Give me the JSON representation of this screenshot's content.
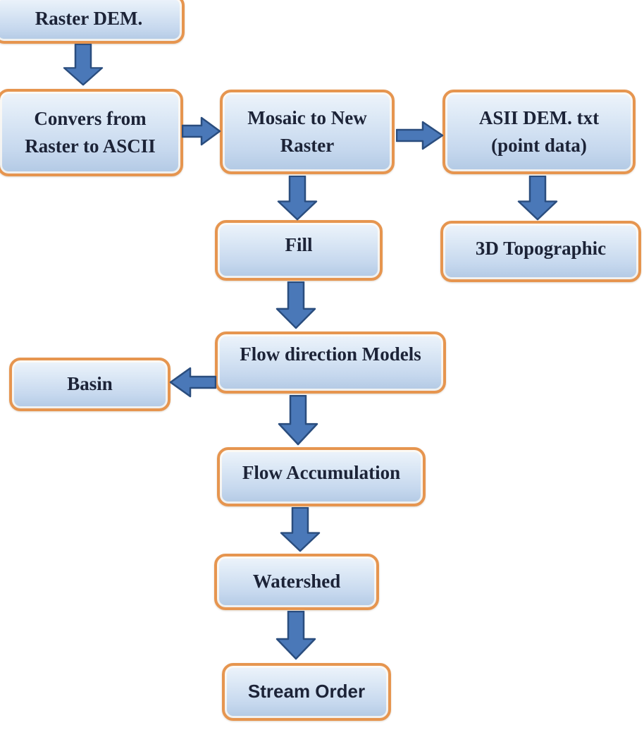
{
  "diagram": {
    "type": "flowchart",
    "colors": {
      "box_border": "#e6954f",
      "box_fill_top": "#eef4fb",
      "box_fill_bottom": "#b2c9e4",
      "arrow_fill": "#4a78b8",
      "arrow_outline": "#2a4d7e",
      "text": "#1c2337",
      "background": "#ffffff"
    },
    "nodes": [
      {
        "id": "raster-dem",
        "label": "Raster DEM."
      },
      {
        "id": "convers-raster-to-ascii",
        "label": "Convers from Raster to ASCII"
      },
      {
        "id": "mosaic-to-new-raster",
        "label": "Mosaic to New Raster"
      },
      {
        "id": "asii-dem-txt",
        "label": "ASII DEM. txt (point data)"
      },
      {
        "id": "fill",
        "label": "Fill"
      },
      {
        "id": "3d-topographic",
        "label": "3D Topographic"
      },
      {
        "id": "flow-direction-models",
        "label": "Flow direction Models"
      },
      {
        "id": "basin",
        "label": "Basin"
      },
      {
        "id": "flow-accumulation",
        "label": "Flow Accumulation"
      },
      {
        "id": "watershed",
        "label": "Watershed"
      },
      {
        "id": "stream-order",
        "label": "Stream Order"
      }
    ],
    "edges": [
      {
        "from": "raster-dem",
        "to": "convers-raster-to-ascii",
        "direction": "down"
      },
      {
        "from": "convers-raster-to-ascii",
        "to": "mosaic-to-new-raster",
        "direction": "right"
      },
      {
        "from": "mosaic-to-new-raster",
        "to": "asii-dem-txt",
        "direction": "right"
      },
      {
        "from": "mosaic-to-new-raster",
        "to": "fill",
        "direction": "down"
      },
      {
        "from": "asii-dem-txt",
        "to": "3d-topographic",
        "direction": "down"
      },
      {
        "from": "fill",
        "to": "flow-direction-models",
        "direction": "down"
      },
      {
        "from": "flow-direction-models",
        "to": "basin",
        "direction": "left"
      },
      {
        "from": "flow-direction-models",
        "to": "flow-accumulation",
        "direction": "down"
      },
      {
        "from": "flow-accumulation",
        "to": "watershed",
        "direction": "down"
      },
      {
        "from": "watershed",
        "to": "stream-order",
        "direction": "down"
      }
    ]
  }
}
